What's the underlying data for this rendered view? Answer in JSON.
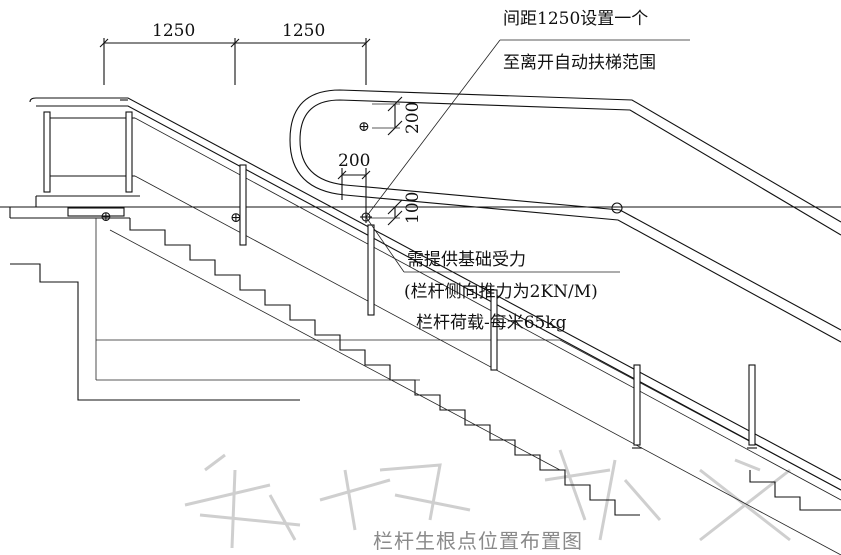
{
  "dimensions": {
    "top_left": "1250",
    "top_right": "1250",
    "vertical_upper": "200",
    "horizontal_mid": "200",
    "vertical_lower": "100"
  },
  "annotations": {
    "spacing_line1": "间距1250设置一个",
    "spacing_line2": "至离开自动扶梯范围",
    "force_line1": "需提供基础受力",
    "force_line2": "(栏杆侧向推力为2KN/M)",
    "force_line3": "栏杆荷载-每米65kg"
  },
  "caption": "栏杆生根点位置布置图",
  "colors": {
    "line": "#111111",
    "watermark": "#cfcfcf",
    "caption": "#8a8a8a"
  }
}
